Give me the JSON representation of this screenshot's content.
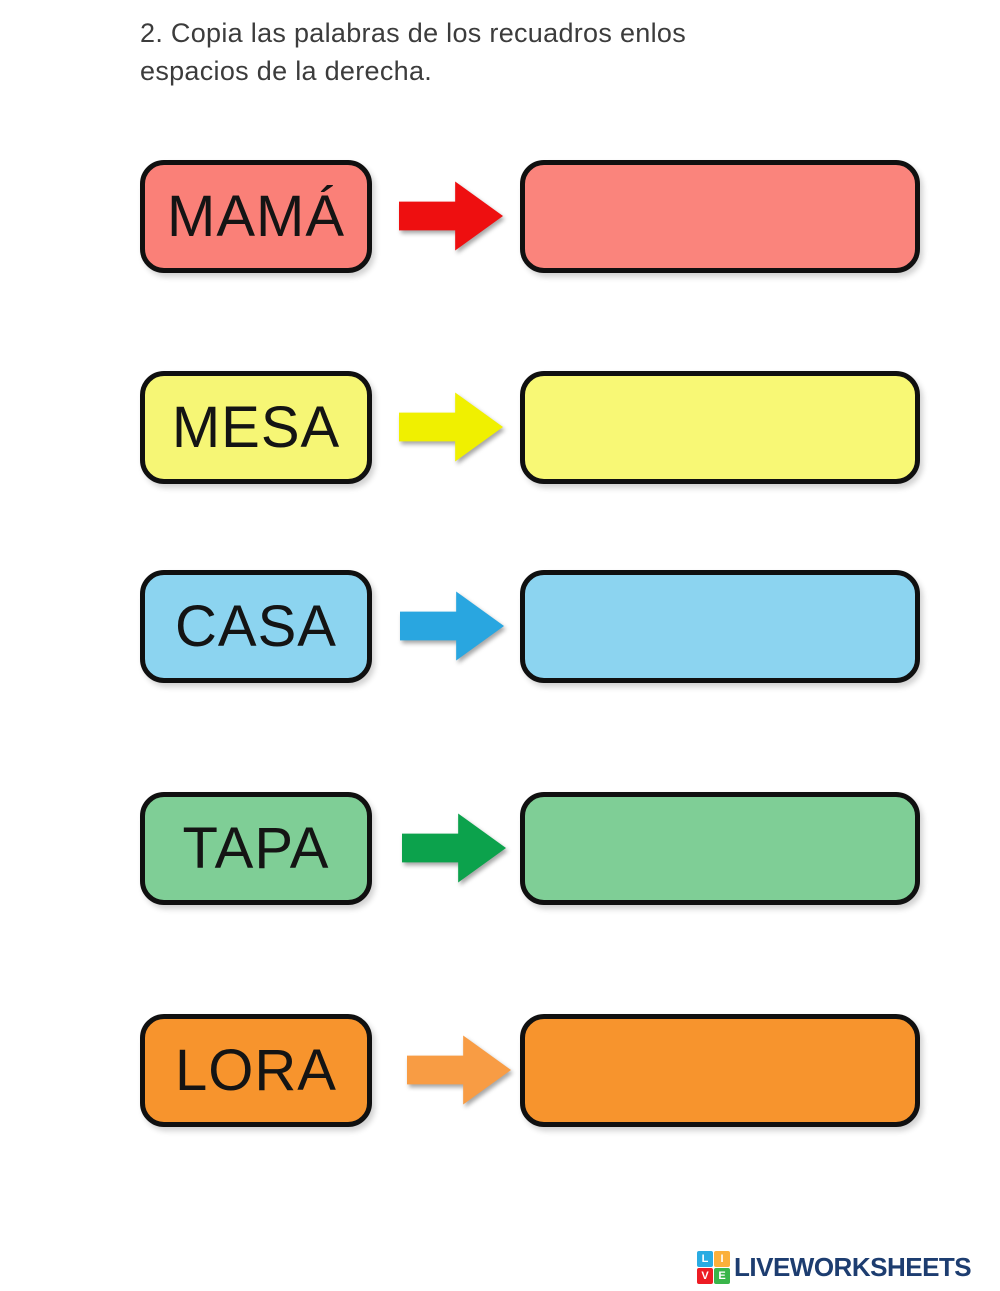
{
  "title": {
    "line1": "2. Copia las palabras de los recuadros enlos",
    "line2": "espacios de la derecha."
  },
  "rows": [
    {
      "word": "MAMÁ",
      "box_color": "#FA8078",
      "arrow_color": "#EE0F10",
      "answer_color": "#FA847C"
    },
    {
      "word": "MESA",
      "box_color": "#F6F675",
      "arrow_color": "#F0F000",
      "answer_color": "#F8F875"
    },
    {
      "word": "CASA",
      "box_color": "#8CD4F0",
      "arrow_color": "#29A6E0",
      "answer_color": "#8CD4F0"
    },
    {
      "word": "TAPA",
      "box_color": "#7FCE96",
      "arrow_color": "#0CA24C",
      "answer_color": "#7FCE96"
    },
    {
      "word": "LORA",
      "box_color": "#F7942D",
      "arrow_color": "#F89C44",
      "answer_color": "#F7942D"
    }
  ],
  "footer": {
    "brand": "LIVEWORKSHEETS",
    "brand_color": "#1d3d70",
    "icon": {
      "letters": [
        "L",
        "I",
        "V",
        "E"
      ],
      "colors": [
        "#29ABE2",
        "#FBB03B",
        "#ED1C24",
        "#39B54A"
      ]
    }
  }
}
